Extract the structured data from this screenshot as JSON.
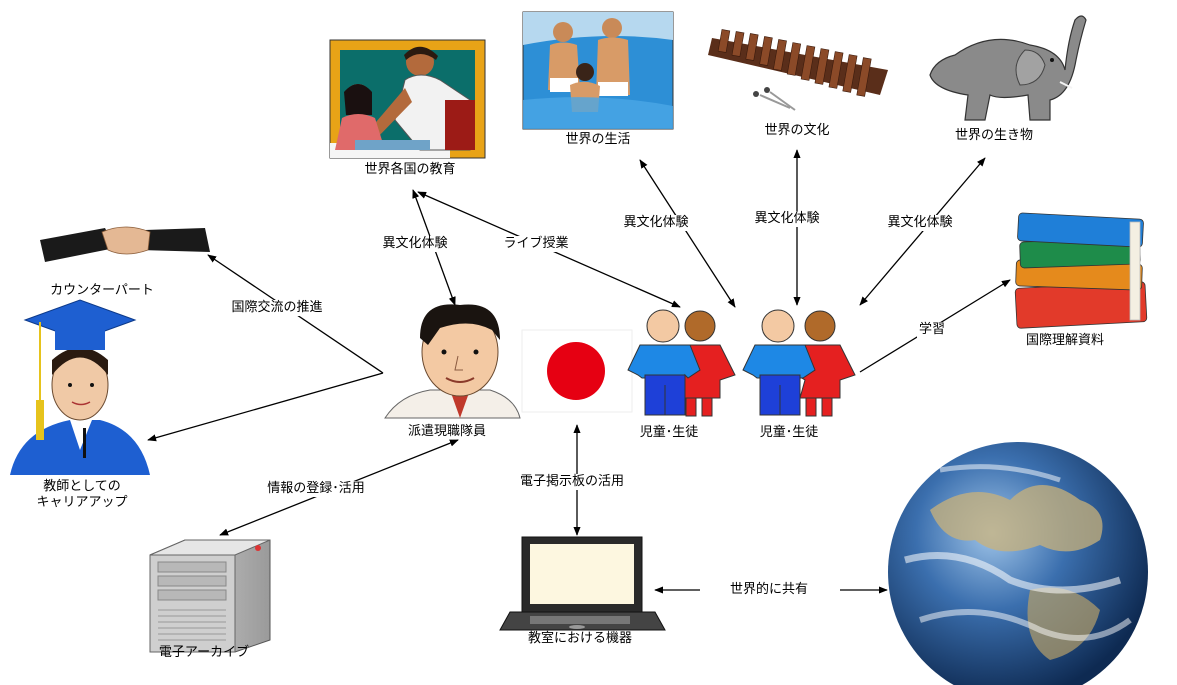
{
  "nodes": {
    "education": "世界各国の教育",
    "life": "世界の生活",
    "culture": "世界の文化",
    "creatures": "世界の生き物",
    "counterpart": "カウンターパート",
    "materials": "国際理解資料",
    "teacher_line1": "教師としての",
    "teacher_line2": "キャリアアップ",
    "staff": "派遣現職隊員",
    "students_1": "児童･生徒",
    "students_2": "児童･生徒",
    "archive": "電子アーカイブ",
    "classroom": "教室における機器"
  },
  "edges": {
    "intercultural_1": "異文化体験",
    "live_class": "ライブ授業",
    "intercultural_2": "異文化体験",
    "intercultural_3": "異文化体験",
    "intercultural_4": "異文化体験",
    "exchange": "国際交流の推進",
    "learning": "学習",
    "bbs": "電子掲示板の活用",
    "registration": "情報の登録･活用",
    "share": "世界的に共有"
  },
  "colors": {
    "flag_red": "#e60012",
    "boy_shirt": "#1e88e5",
    "girl_dress": "#e52020",
    "skin": "#f3c9a3",
    "earth_ocean": "#1f4e8c"
  }
}
